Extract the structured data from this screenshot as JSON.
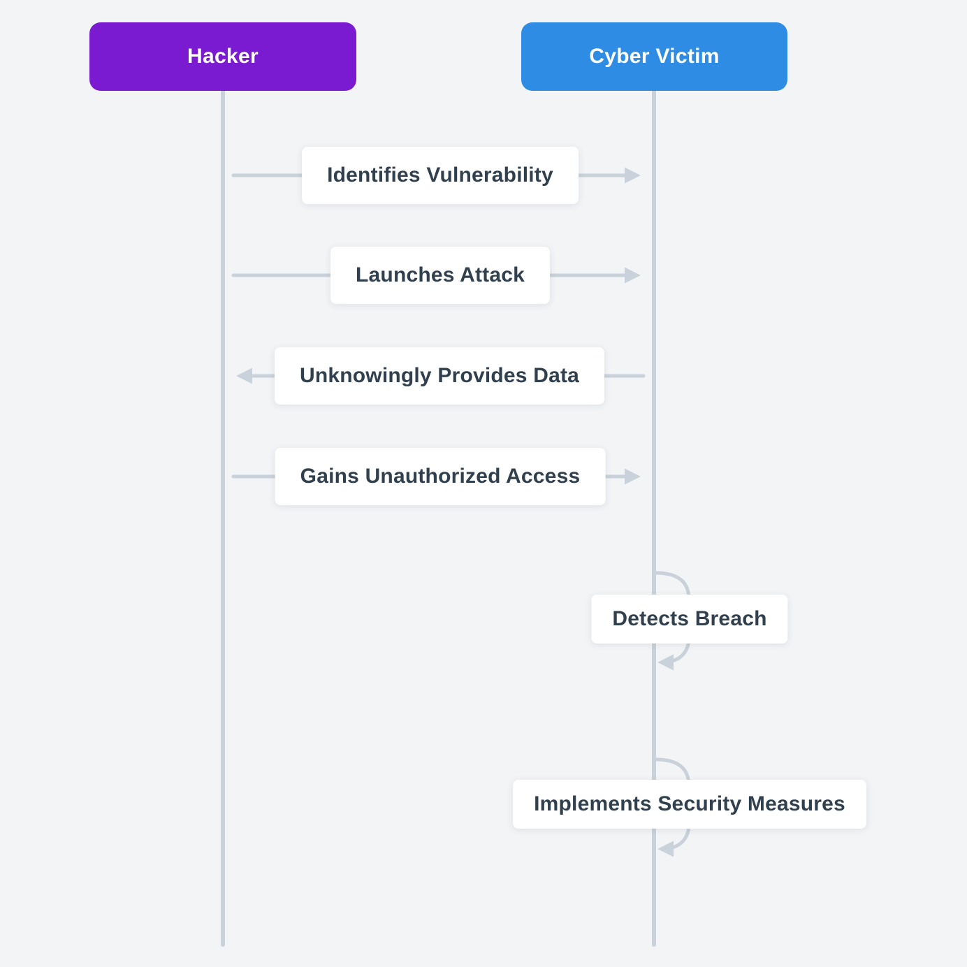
{
  "diagram": {
    "type": "sequence-diagram",
    "actors": [
      {
        "name": "Hacker",
        "color": "#7a1bd1"
      },
      {
        "name": "Cyber Victim",
        "color": "#2e8ce4"
      }
    ],
    "messages": [
      {
        "from": "Hacker",
        "to": "Cyber Victim",
        "label": "Identifies Vulnerability",
        "kind": "arrow-right"
      },
      {
        "from": "Hacker",
        "to": "Cyber Victim",
        "label": "Launches Attack",
        "kind": "arrow-right"
      },
      {
        "from": "Cyber Victim",
        "to": "Hacker",
        "label": "Unknowingly Provides Data",
        "kind": "arrow-left"
      },
      {
        "from": "Hacker",
        "to": "Cyber Victim",
        "label": "Gains Unauthorized Access",
        "kind": "arrow-right"
      },
      {
        "from": "Cyber Victim",
        "to": "Cyber Victim",
        "label": "Detects Breach",
        "kind": "self-message"
      },
      {
        "from": "Cyber Victim",
        "to": "Cyber Victim",
        "label": "Implements Security Measures",
        "kind": "self-message"
      }
    ],
    "colors": {
      "background": "#f2f4f6",
      "lifeline": "#c9d2da",
      "arrow": "#c9d2da",
      "label_background": "#ffffff",
      "label_text": "#31404e",
      "actor_text": "#ffffff",
      "hacker_fill": "#7a1bd1",
      "victim_fill": "#2e8ce4"
    }
  }
}
